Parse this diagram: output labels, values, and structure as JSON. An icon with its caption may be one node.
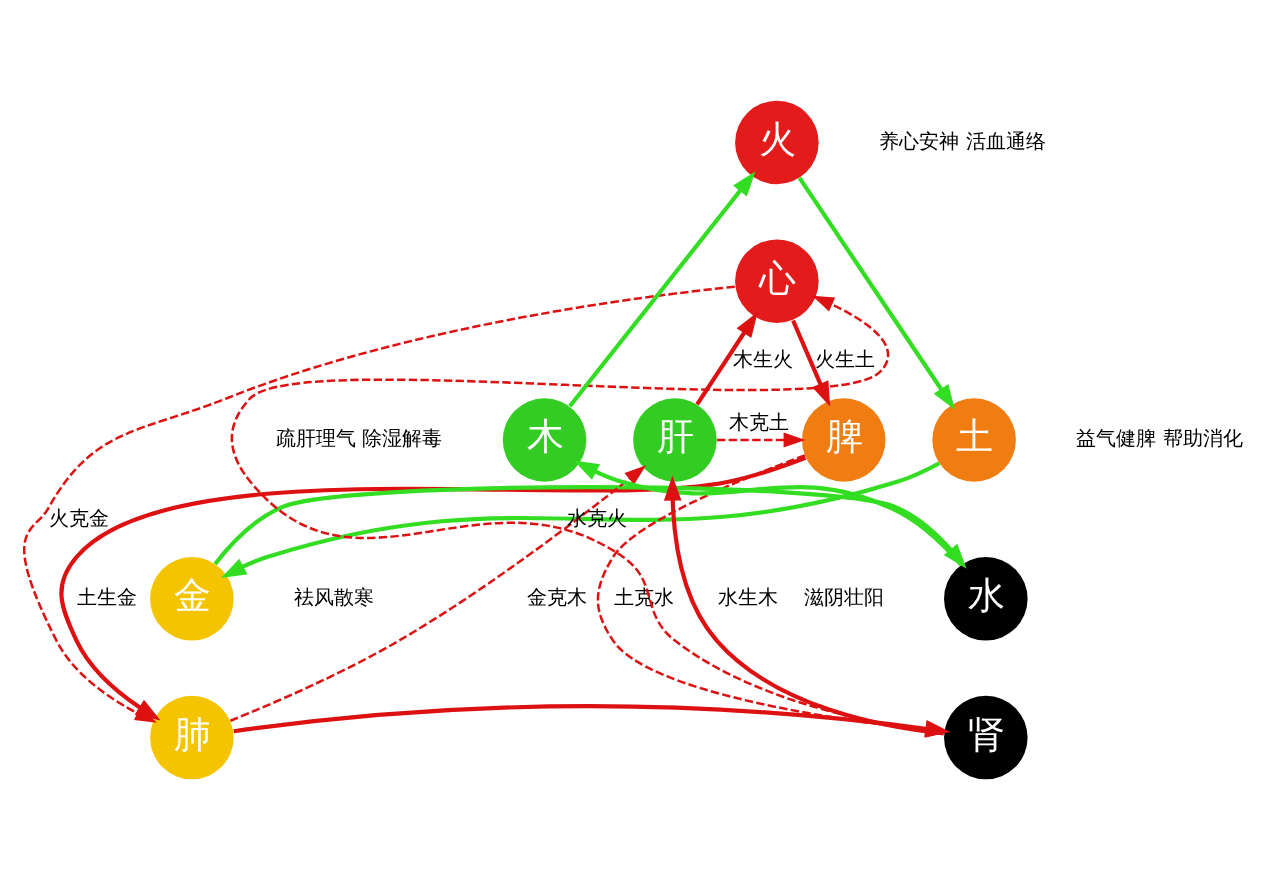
{
  "diagram": {
    "nodes": [
      {
        "text": [
          "火"
        ],
        "beside": [
          "养心安神 活血通络"
        ]
      },
      {
        "text": [
          "心"
        ]
      },
      {
        "text": [
          "土"
        ],
        "beside": [
          "益气健脾 帮助消化"
        ]
      },
      {
        "text": [
          "脾"
        ]
      },
      {
        "text": [
          "金"
        ],
        "beside": [
          "祛风散寒"
        ]
      },
      {
        "text": [
          "肺"
        ]
      },
      {
        "text": [
          "水"
        ],
        "beside": [
          "滋阴壮阳"
        ]
      },
      {
        "text": [
          "肾"
        ]
      },
      {
        "text": [
          "木"
        ],
        "beside": [
          "疏肝理气 除湿解毒"
        ]
      },
      {
        "text": [
          "肝"
        ]
      }
    ],
    "edges": [
      {
        "from": 8,
        "to": 0,
        "arrow": "to",
        "color": "#33dd22"
      },
      {
        "from": 0,
        "to": 2,
        "arrow": "to",
        "color": "#33dd22"
      },
      {
        "from": 2,
        "to": 4,
        "arrow": "to",
        "color": "#33dd22"
      },
      {
        "from": 4,
        "to": 6,
        "arrow": "to",
        "color": "#33dd22"
      },
      {
        "from": 6,
        "to": 8,
        "arrow": "to",
        "color": "#33dd22"
      },
      {
        "from": 9,
        "to": 1,
        "arrow": "to",
        "label": "木生火"
      },
      {
        "from": 1,
        "to": 3,
        "arrow": "to",
        "label": "火生土"
      },
      {
        "from": 3,
        "to": 5,
        "arrow": "to",
        "label": "土生金"
      },
      {
        "from": 5,
        "to": 7,
        "arrow": "to"
      },
      {
        "from": 7,
        "to": 9,
        "arrow": "to",
        "label": "水生木"
      },
      {
        "from": 9,
        "to": 3,
        "arrow": "to",
        "style": "dashed",
        "label": "木克土"
      },
      {
        "from": 1,
        "to": 5,
        "arrow": "to",
        "style": "dashed",
        "label": "火克金"
      },
      {
        "from": 3,
        "to": 7,
        "arrow": "to",
        "style": "dashed",
        "label": "土克水"
      },
      {
        "from": 5,
        "to": 9,
        "arrow": "to",
        "style": "dashed",
        "label": "金克木"
      },
      {
        "from": 7,
        "to": 1,
        "arrow": "to",
        "style": "dashed",
        "label": "水克火"
      }
    ]
  }
}
